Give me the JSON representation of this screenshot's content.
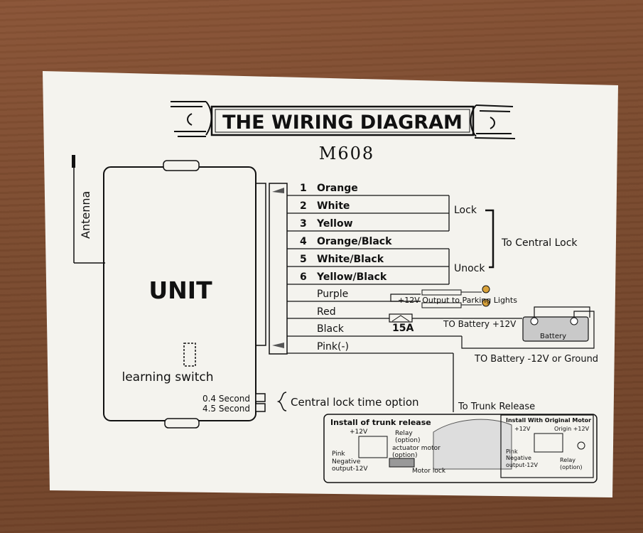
{
  "title": "THE WIRING DIAGRAM",
  "model": "M608",
  "antenna_label": "Antenna",
  "unit_label": "UNIT",
  "learning_switch_label": "learning switch",
  "time_options": [
    "0.4 Second",
    "4.5 Second"
  ],
  "time_option_label": "Central lock time option",
  "wires": [
    {
      "num": "1",
      "color": "Orange"
    },
    {
      "num": "2",
      "color": "White"
    },
    {
      "num": "3",
      "color": "Yellow"
    },
    {
      "num": "4",
      "color": "Orange/Black"
    },
    {
      "num": "5",
      "color": "White/Black"
    },
    {
      "num": "6",
      "color": "Yellow/Black"
    },
    {
      "num": "",
      "color": "Purple"
    },
    {
      "num": "",
      "color": "Red"
    },
    {
      "num": "",
      "color": "Black"
    },
    {
      "num": "",
      "color": "Pink(-)"
    }
  ],
  "lock_label": "Lock",
  "unlock_label": "Unock",
  "central_lock_label": "To Central Lock",
  "parking_lights_label": "+12V Output to Parking Lights",
  "fuse_label": "15A",
  "battery_plus_label": "TO Battery +12V",
  "battery_label": "Battery",
  "battery_minus_label": "TO Battery -12V or Ground",
  "trunk_release_label": "To Trunk Release",
  "trunk_install": {
    "title": "Install of trunk release",
    "v12": "+12V",
    "relay": "Relay",
    "option": "(option)",
    "actuator": "actuator motor",
    "actuator_option": "(option)",
    "pink": "Pink",
    "negative": "Negative",
    "output": "output-12V",
    "motor_lock": "Motor lock"
  },
  "original_motor": {
    "title": "Install With Original Motor",
    "v12": "+12V",
    "origin": "Origin +12V",
    "pink": "Pink",
    "negative": "Negative",
    "output": "output-12V",
    "relay": "Relay",
    "option": "(option)"
  }
}
